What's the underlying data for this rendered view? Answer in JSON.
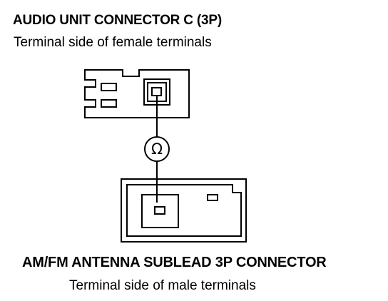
{
  "top_connector": {
    "title": "AUDIO UNIT CONNECTOR C (3P)",
    "subtitle": "Terminal side of female terminals"
  },
  "bottom_connector": {
    "title": "AM/FM ANTENNA SUBLEAD 3P CONNECTOR",
    "subtitle": "Terminal side of male terminals"
  },
  "meter": {
    "symbol": "Ω"
  }
}
